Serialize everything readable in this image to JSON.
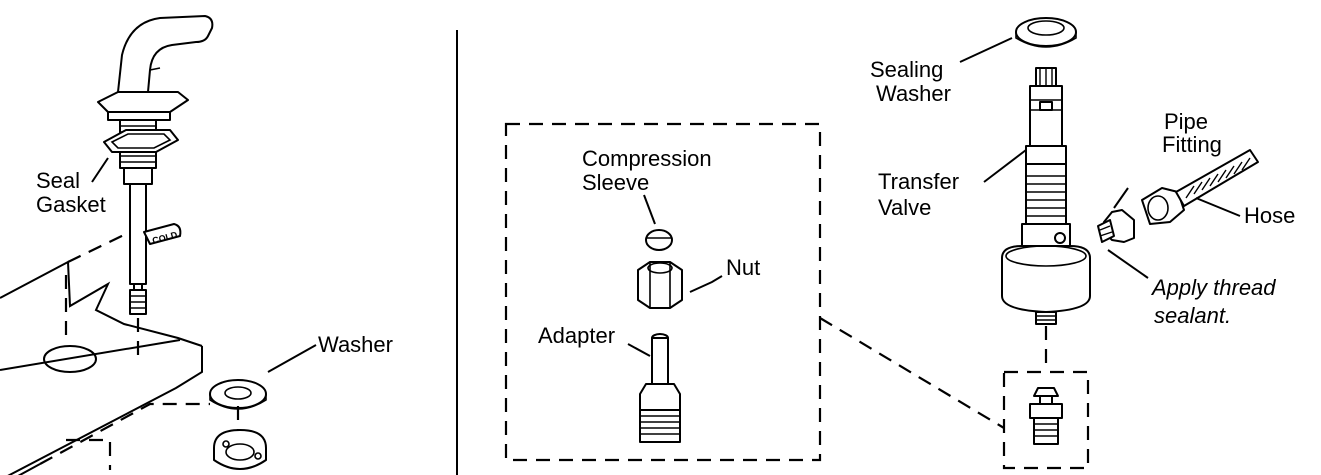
{
  "labels": {
    "seal_gasket_1": "Seal",
    "seal_gasket_2": "Gasket",
    "washer": "Washer",
    "compression_sleeve_1": "Compression",
    "compression_sleeve_2": "Sleeve",
    "nut": "Nut",
    "adapter": "Adapter",
    "sealing_washer_1": "Sealing",
    "sealing_washer_2": "Washer",
    "transfer_valve_1": "Transfer",
    "transfer_valve_2": "Valve",
    "pipe_fitting_1": "Pipe",
    "pipe_fitting_2": "Fitting",
    "hose": "Hose",
    "sealant_1": "Apply thread",
    "sealant_2": "sealant."
  },
  "tag_text": "COLD"
}
